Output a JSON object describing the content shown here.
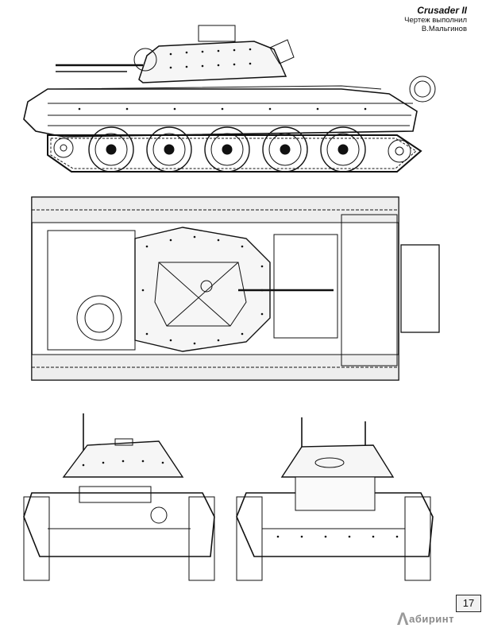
{
  "header": {
    "title": "Crusader II",
    "credit_line_1": "Чертеж выполнил",
    "credit_line_2": "В.Мальгинов"
  },
  "footer": {
    "page_number": "17",
    "watermark_mark": "Λ",
    "watermark_text": "абиринт"
  },
  "colors": {
    "ink": "#111111",
    "paper": "#ffffff",
    "plate": "#e8e8e8"
  }
}
